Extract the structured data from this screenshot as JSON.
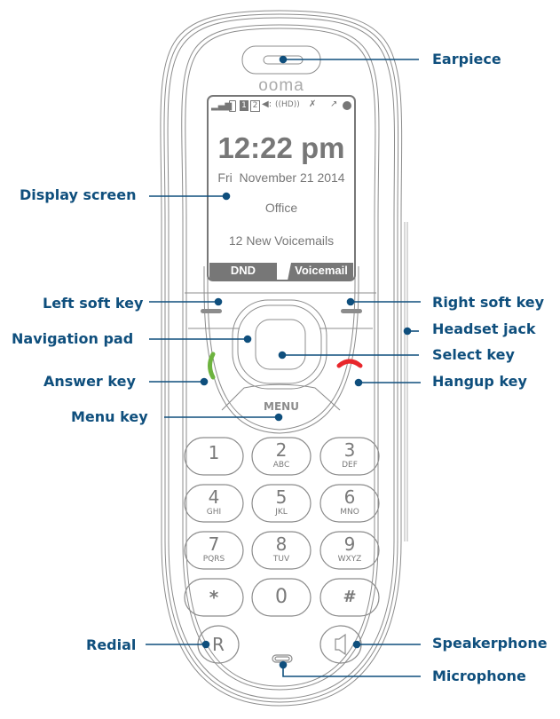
{
  "phone": {
    "brand": "ooma",
    "screen": {
      "status_icons": [
        "signal-icon",
        "battery-icon",
        "line-1-icon",
        "line-2-icon",
        "speaker-icon",
        "hd-voice-icon",
        "mute-icon",
        "missed-call-icon",
        "do-not-disturb-icon"
      ],
      "line1": "1",
      "line2": "2",
      "hd": "((HD))",
      "time": "12:22 pm",
      "date": "Fri  November 21 2014",
      "location": "Office",
      "notification": "12 New Voicemails",
      "softkey_left": "DND",
      "softkey_right": "Voicemail"
    },
    "menu_label": "MENU",
    "keypad": [
      {
        "digit": "1",
        "letters": ""
      },
      {
        "digit": "2",
        "letters": "ABC"
      },
      {
        "digit": "3",
        "letters": "DEF"
      },
      {
        "digit": "4",
        "letters": "GHI"
      },
      {
        "digit": "5",
        "letters": "JKL"
      },
      {
        "digit": "6",
        "letters": "MNO"
      },
      {
        "digit": "7",
        "letters": "PQRS"
      },
      {
        "digit": "8",
        "letters": "TUV"
      },
      {
        "digit": "9",
        "letters": "WXYZ"
      },
      {
        "digit": "*",
        "letters": ""
      },
      {
        "digit": "0",
        "letters": ""
      },
      {
        "digit": "#",
        "letters": ""
      }
    ],
    "redial": "R",
    "colors": {
      "answer": "#6db33f",
      "hangup": "#e8262b",
      "callout": "#0f4f7d",
      "outline": "#8c8c8c"
    }
  },
  "callouts": {
    "left": [
      "Display screen",
      "Left soft key",
      "Navigation pad",
      "Answer key",
      "Menu key",
      "Redial"
    ],
    "right": [
      "Earpiece",
      "Right soft key",
      "Headset jack",
      "Select key",
      "Hangup key",
      "Speakerphone",
      "Microphone"
    ]
  }
}
